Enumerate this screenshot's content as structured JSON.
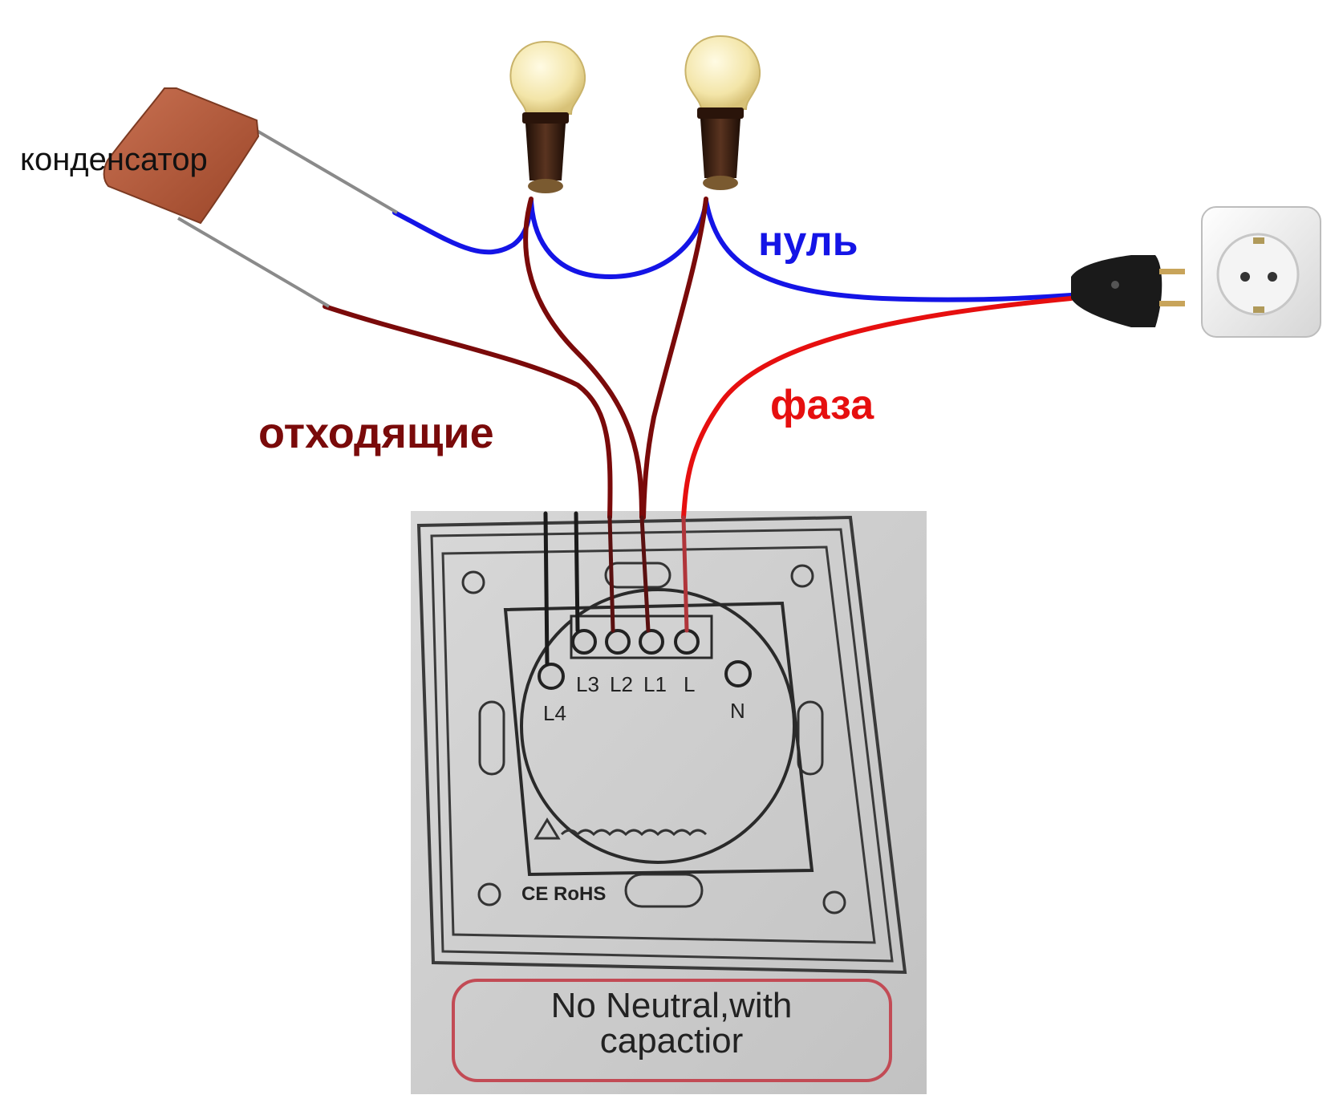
{
  "labels": {
    "capacitor": "конденсатор",
    "neutral": "нуль",
    "phase": "фаза",
    "outgoing": "отходящие"
  },
  "terminals": {
    "l3": "L3",
    "l2": "L2",
    "l1": "L1",
    "l": "L",
    "l4": "L4",
    "n": "N"
  },
  "panel": {
    "marking": "CE RoHS",
    "caption_line1": "No Neutral,with",
    "caption_line2": "capactior"
  },
  "colors": {
    "neutral_wire": "#1414e6",
    "phase_wire": "#e60f0f",
    "outgoing_wire": "#7a0a0a",
    "capacitor_body": "#b65a3a",
    "bulb_glass": "#f6ecb8",
    "bulb_base": "#3a2012",
    "panel_bg": "#cfcfcf",
    "caption_frame": "#c24b55"
  },
  "icons": {
    "capacitor": "capacitor-icon",
    "bulb": "light-bulb-icon",
    "plug": "plug-icon",
    "socket": "wall-socket-icon",
    "switch": "touch-switch-backplate"
  }
}
